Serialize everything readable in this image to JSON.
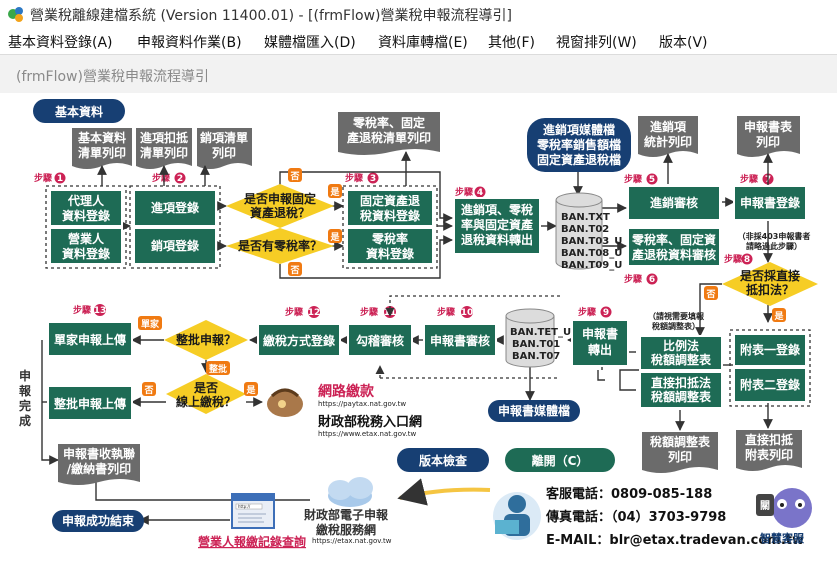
{
  "window": {
    "title": "營業稅離線建檔系統 (Version 11400.01) - [(frmFlow)營業稅申報流程導引]"
  },
  "menu": [
    {
      "label": "基本資料登錄(A)"
    },
    {
      "label": "申報資料作業(B)"
    },
    {
      "label": "媒體檔匯入(D)"
    },
    {
      "label": "資料庫轉檔(E)"
    },
    {
      "label": "其他(F)"
    },
    {
      "label": "視窗排列(W)"
    },
    {
      "label": "版本(V)"
    }
  ],
  "form_title": "(frmFlow)營業稅申報流程導引",
  "flow": {
    "basic_data_label": "基本資料",
    "doc_basic_print": [
      "基本資料",
      "清單列印"
    ],
    "doc_input_deduct": [
      "進項扣抵",
      "清單列印"
    ],
    "doc_sales_list": [
      "銷項清單",
      "列印"
    ],
    "doc_zero_rate_list": [
      "零稅率、固定",
      "產退稅清單列印"
    ],
    "doc_sales_stats": [
      "進銷項",
      "統計列印"
    ],
    "doc_return_print": [
      "申報書表",
      "列印"
    ],
    "media_sales": [
      "進銷項媒體檔",
      "零稅率銷售額檔",
      "固定資產退稅檔"
    ],
    "step1": "步驟",
    "step2": "步驟",
    "step3": "步驟",
    "step4": "步驟",
    "step5": "步驟",
    "step6": "步驟",
    "step7": "步驟",
    "step8": "步驟",
    "step9": "步驟",
    "step10": "步驟",
    "step11": "步驟",
    "step12": "步驟",
    "step13": "步驟",
    "n1": "1",
    "n2": "2",
    "n3": "3",
    "n4": "4",
    "n5": "5",
    "n6": "6",
    "n7": "7",
    "n8": "8",
    "n9": "9",
    "n10": "10",
    "n11": "11",
    "n12": "12",
    "n13": "13",
    "agent_login": [
      "代理人",
      "資料登錄"
    ],
    "business_login": [
      "營業人",
      "資料登錄"
    ],
    "purchase_login": "進項登錄",
    "sales_login": "銷項登錄",
    "q_fixed_asset": [
      "是否申報固定",
      "資產退稅？"
    ],
    "q_zero_rate": "是否有零稅率？",
    "yes": "是",
    "no": "否",
    "fixed_asset_login": [
      "固定資產退",
      "稅資料登錄"
    ],
    "zero_rate_login": [
      "零稅率",
      "資料登錄"
    ],
    "export_data": [
      "進銷項、零稅",
      "率與固定資產",
      "退稅資料轉出"
    ],
    "db_files": [
      "BAN.TXT",
      "BAN.T02",
      "BAN.T03_U",
      "BAN.T08_U",
      "BAN.T09_U"
    ],
    "sales_audit": "進銷審核",
    "zero_rate_audit": [
      "零稅率、固定資",
      "產退稅資料審核"
    ],
    "return_login": "申報書登錄",
    "note_403": [
      "（非採403申報書者",
      "請略過此步驟）"
    ],
    "q_direct_deduct": [
      "是否採直接",
      "抵扣法？"
    ],
    "note_fill": [
      "（請視需要填報",
      "稅額調整表）"
    ],
    "ratio_adjust": [
      "比例法",
      "稅額調整表"
    ],
    "direct_adjust": [
      "直接扣抵法",
      "稅額調整表"
    ],
    "attach1": "附表一登錄",
    "attach2": "附表二登錄",
    "doc_tax_adjust": [
      "稅額調整表",
      "列印"
    ],
    "doc_direct_attach": [
      "直接扣抵",
      "附表列印"
    ],
    "return_export": [
      "申報書",
      "轉出"
    ],
    "db_files2": [
      "BAN.TET_U",
      "BAN.T01",
      "BAN.T07"
    ],
    "media_return": "申報書媒體檔",
    "return_audit": "申報書審核",
    "check_audit": "勾稽審核",
    "payment_login": "繳稅方式登錄",
    "q_batch": "整批申報？",
    "single": "單家",
    "batch": "整批",
    "q_online_pay": [
      "是否",
      "線上繳稅？"
    ],
    "single_upload": "單家申報上傳",
    "batch_upload": "整批申報上傳",
    "report_done": [
      "申",
      "報",
      "完",
      "成"
    ],
    "online_pay_name": "網路繳款",
    "online_pay_url": "https://paytax.nat.gov.tw",
    "etax_name": "財政部稅務入口網",
    "etax_url": "https://www.etax.nat.gov.tw",
    "doc_receipt": [
      "申報書收執聯",
      "/繳納書列印"
    ],
    "finish": "申報成功結束",
    "payment_query": "營業人報繳記錄查詢",
    "ebill_name": [
      "財政部電子申報",
      "繳稅服務網"
    ],
    "ebill_url": "https://etax.nat.gov.tw",
    "browser_url": "http://"
  },
  "buttons": {
    "version_check": "版本檢查",
    "exit": "離開（C）"
  },
  "contact": {
    "service_phone": "客服電話：0809-085-188",
    "fax": "傳真電話：（04）3703-9798",
    "email": "E-MAIL：blr@etax.tradevan.com.tw",
    "smart_service": "智慧客服",
    "mascot_tag": "關"
  },
  "colors": {
    "box": "#1e6b55",
    "diamond": "#f6cd25",
    "badge": "#f07a12",
    "navy": "#173f73",
    "doc": "#6b6b6b",
    "step": "#cc2255",
    "link": "#cc2255"
  }
}
